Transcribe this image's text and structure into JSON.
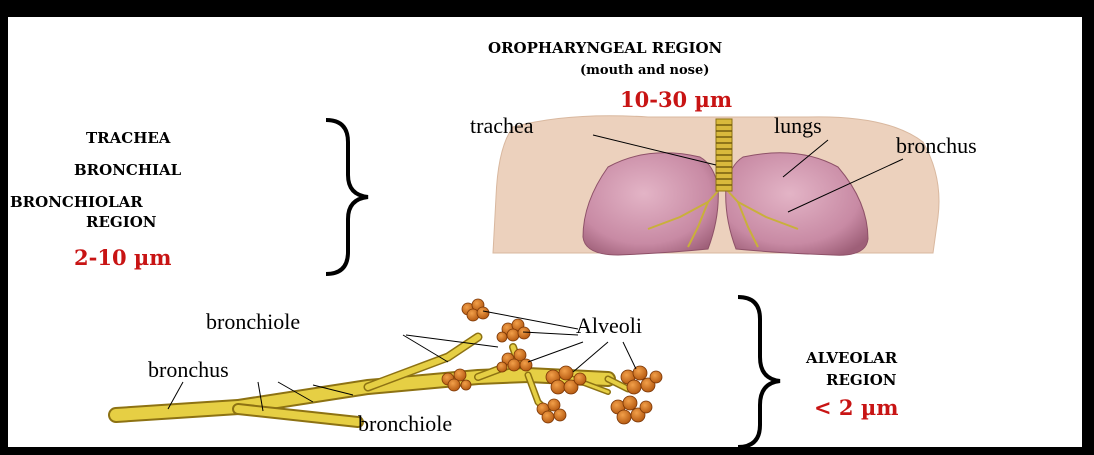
{
  "regions": {
    "oropharyngeal": {
      "title": "OROPHARYNGEAL REGION",
      "subtitle": "(mouth and nose)",
      "size": "10-30 µm"
    },
    "tracheobronchial": {
      "line1": "TRACHEA",
      "line2": "BRONCHIAL",
      "line3": "BRONCHIOLAR",
      "line4": "REGION",
      "size": "2-10 µm"
    },
    "alveolar": {
      "line1": "ALVEOLAR",
      "line2": "REGION",
      "size": "< 2 µm"
    }
  },
  "upper_labels": {
    "trachea": "trachea",
    "lungs": "lungs",
    "bronchus": "bronchus"
  },
  "lower_labels": {
    "bronchiole_top": "bronchiole",
    "alveoli": "Alveoli",
    "bronchus": "bronchus",
    "bronchiole_bottom": "bronchiole"
  },
  "colors": {
    "size_red": "#c81414",
    "lung_pink": "#c88aa4",
    "skin": "#e9c7ad",
    "airway_yellow": "#e6cf44",
    "alveoli_orange": "#d8771c"
  }
}
